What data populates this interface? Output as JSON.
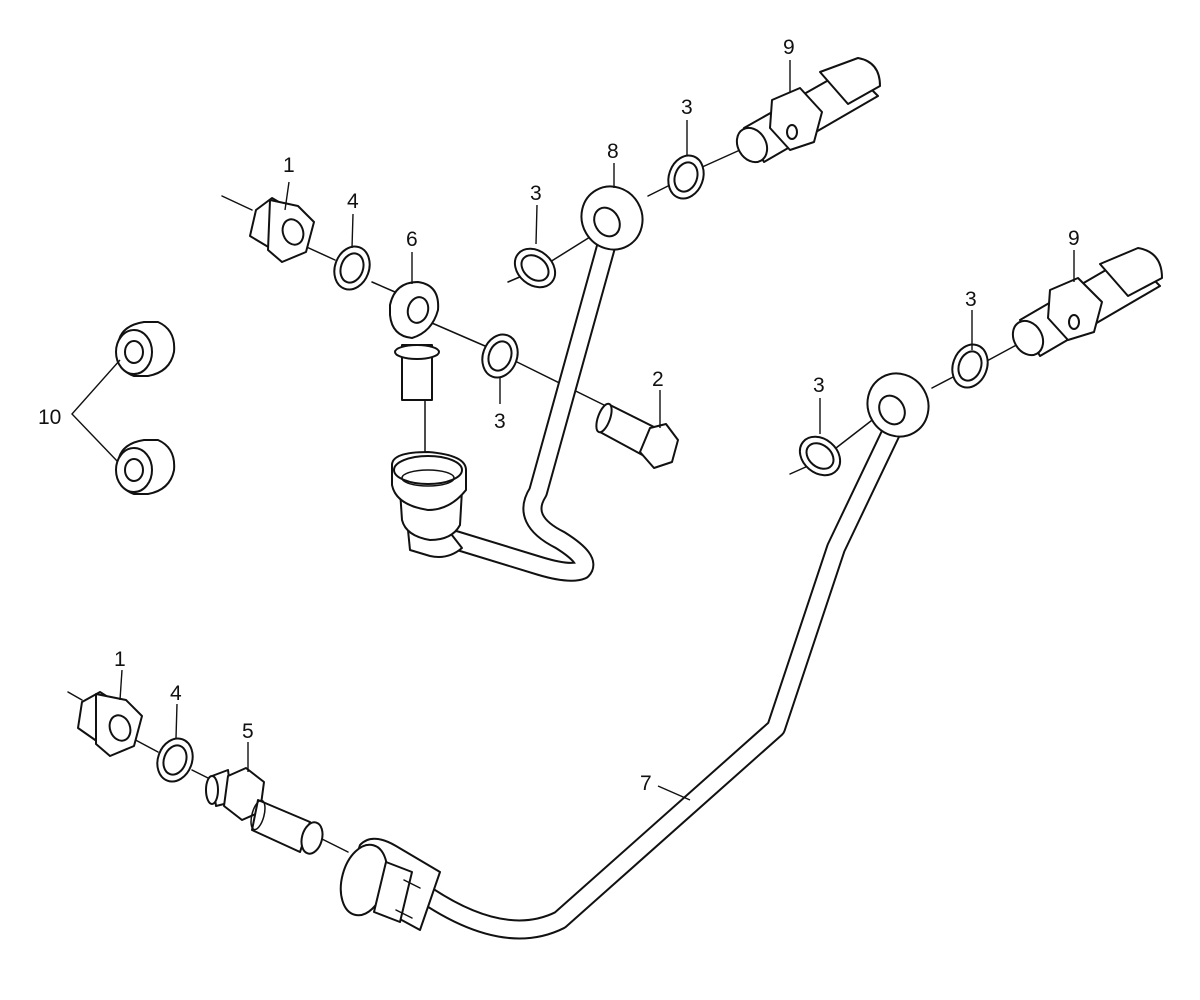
{
  "callouts": {
    "c1_top": "1",
    "c4_top": "4",
    "c6": "6",
    "c3_a": "3",
    "c8": "8",
    "c3_b": "3",
    "c9_top": "9",
    "c3_c": "3",
    "c2": "2",
    "c10": "10",
    "c9_right": "9",
    "c3_d": "3",
    "c3_e": "3",
    "c1_bottom": "1",
    "c4_bottom": "4",
    "c5": "5",
    "c7": "7"
  }
}
